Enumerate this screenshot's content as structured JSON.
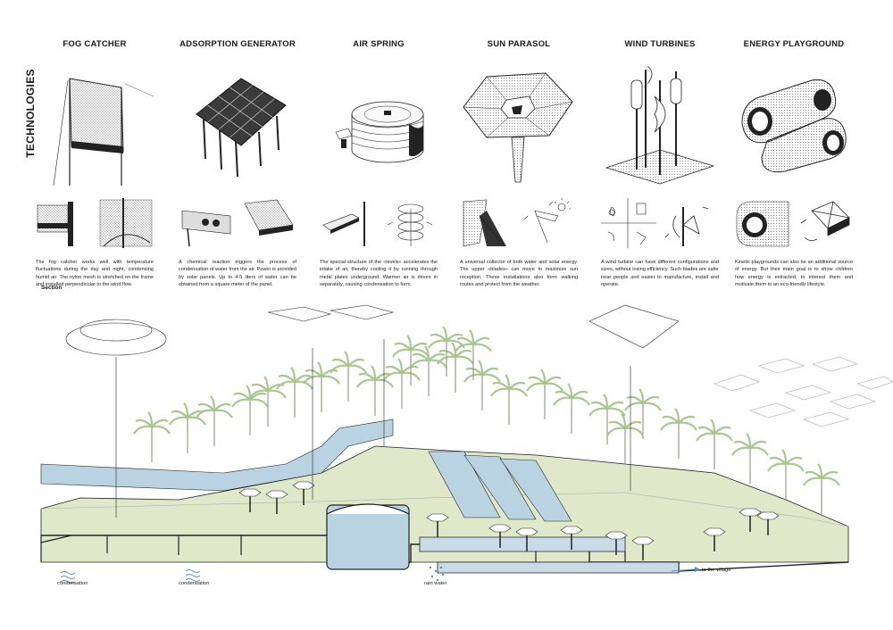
{
  "side_title": "TECHNOLOGIES",
  "technologies": [
    {
      "title": "FOG CATCHER",
      "text": "The fog catcher works well with temperature fluctuations during the day and night, condensing humid air. The nylon mesh is stretched on the frame and installed perpendicular to the wind flow."
    },
    {
      "title": "ADSORPTION GENERATOR",
      "text": "A chemical reaction triggers the process of condensation of water from the air. Power is provided by solar panels. Up to 4-5 liters of water can be obtained from a square meter of the panel."
    },
    {
      "title": "AIR SPRING",
      "text": "The special structure of the «levels» accelerates the intake of air, thereby cooling it by running through metal plates underground. Warmer air is driven in separately, causing condensation to form."
    },
    {
      "title": "SUN PARASOL",
      "text": "A universal collector of both water and solar energy. The upper «blades» can move to maximize sun reception. These installations also form walking routes and protect from the weather."
    },
    {
      "title": "WIND TURBINES",
      "text": "A wind turbine can have different configurations and sizes, without losing efficiency. Such blades are safer near people and easier to manufacture, install and operate."
    },
    {
      "title": "ENERGY PLAYGROUND",
      "text": "Kinetic playgrounds can also be an additional source of energy. But their main goal is to show children how energy is extracted, to interest them and motivate them to an eco-friendly lifestyle."
    }
  ],
  "section_label": "Section",
  "section_captions": {
    "condensation_1": "condensation",
    "condensation_2": "condensation",
    "rain_water": "rain water",
    "to_village": "to the village"
  },
  "colors": {
    "water": "#b9d3e2",
    "water_dark": "#8fb4cc",
    "vegetation": "#dfe8c8",
    "palm": "#c8dcb2",
    "line": "#222222"
  }
}
